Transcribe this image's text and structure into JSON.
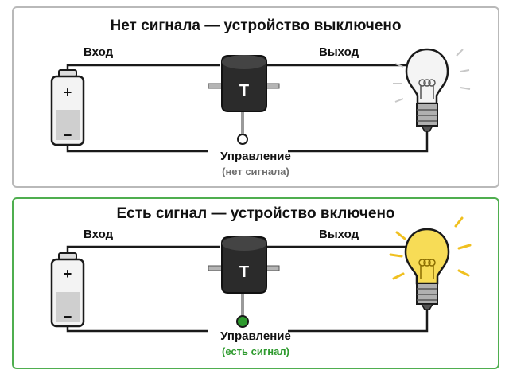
{
  "panel_off": {
    "title": "Нет сигнала — устройство выключено",
    "input_label": "Вход",
    "output_label": "Выход",
    "switch_symbol": "T",
    "control_label": "Управление",
    "control_status": "(нет сигнала)",
    "battery_plus": "+",
    "battery_minus": "−",
    "signal_on": false,
    "lamp_on": false
  },
  "panel_on": {
    "title": "Есть сигнал — устройство включено",
    "input_label": "Вход",
    "output_label": "Выход",
    "switch_symbol": "T",
    "control_label": "Управление",
    "control_status": "(есть сигнал)",
    "battery_plus": "+",
    "battery_minus": "−",
    "signal_on": true,
    "lamp_on": true
  },
  "colors": {
    "frame_off": "#b9b9b9",
    "frame_on": "#4fae4f",
    "signal_on": "#2e9a2e",
    "lamp_glow": "#f5d23a",
    "wire": "#1a1a1a",
    "switch_body": "#2b2b2b"
  },
  "icons": [
    "battery-icon",
    "transistor-switch-icon",
    "light-bulb-icon"
  ]
}
